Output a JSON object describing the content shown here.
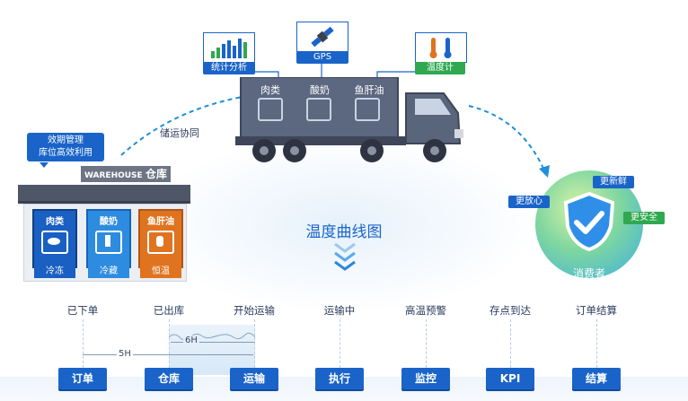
{
  "warehouse": {
    "callout_lines": [
      "效期管理",
      "库位高效利用"
    ],
    "sign_text": "WAREHOUSE",
    "sign_cn": "仓库",
    "rooms": [
      {
        "title": "肉类",
        "temp_label": "冷冻",
        "color": "#1a5fc2"
      },
      {
        "title": "酸奶",
        "temp_label": "冷藏",
        "color": "#2d8ce0"
      },
      {
        "title": "鱼肝油",
        "temp_label": "恒温",
        "color": "#e0731f"
      }
    ]
  },
  "flow_labels": {
    "storage_to_transport": "储运协同"
  },
  "truck": {
    "cargo": [
      "肉类",
      "酸奶",
      "鱼肝油"
    ],
    "devices": [
      {
        "label": "统计分析",
        "icon": "bar-chart-icon"
      },
      {
        "label": "GPS",
        "icon": "satellite-icon"
      },
      {
        "label": "温度计",
        "icon": "thermometer-icon"
      }
    ]
  },
  "consumer": {
    "label": "消费者",
    "tags": [
      "更放心",
      "更新鲜",
      "更安全"
    ]
  },
  "curve": {
    "title": "温度曲线图",
    "markers": [
      "6H",
      "5H"
    ]
  },
  "steps": [
    {
      "top": "已下单",
      "button": "订单"
    },
    {
      "top": "已出库",
      "button": "仓库"
    },
    {
      "top": "开始运输",
      "button": "运输"
    },
    {
      "top": "运输中",
      "button": "执行"
    },
    {
      "top": "高温预警",
      "button": "监控"
    },
    {
      "top": "存点到达",
      "button": "KPI"
    },
    {
      "top": "订单结算",
      "button": "结算"
    }
  ],
  "colors": {
    "primary": "#1a64c9",
    "truck": "#5c6780",
    "orange": "#e0731f",
    "green": "#2fa84f"
  }
}
